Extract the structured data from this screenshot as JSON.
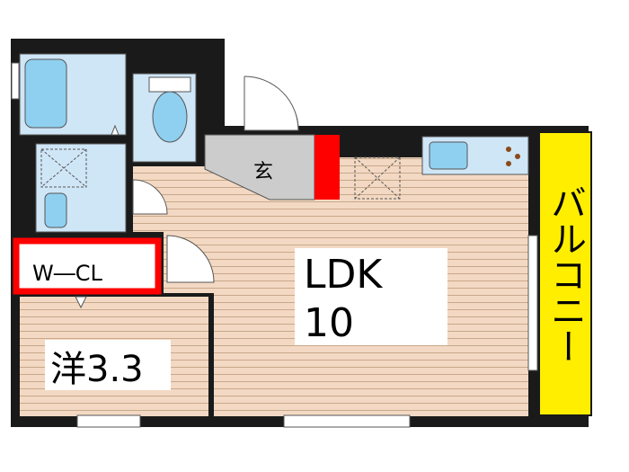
{
  "rooms": {
    "ldk_name": "LDK",
    "ldk_size": "10",
    "western": "洋3.3",
    "closet": "W―CL",
    "entrance": "玄",
    "balcony": "バルコニー"
  },
  "colors": {
    "wall": "#1a1a1a",
    "wood_floor": "#f3d9c3",
    "wood_line": "#c9a88b",
    "wet_area": "#cfe6f7",
    "fixture": "#8fd0f0",
    "balcony": "#ffee00",
    "closet_border": "#ff0000",
    "entrance_tile": "#cccccc",
    "shoe_box": "#ff0000"
  }
}
